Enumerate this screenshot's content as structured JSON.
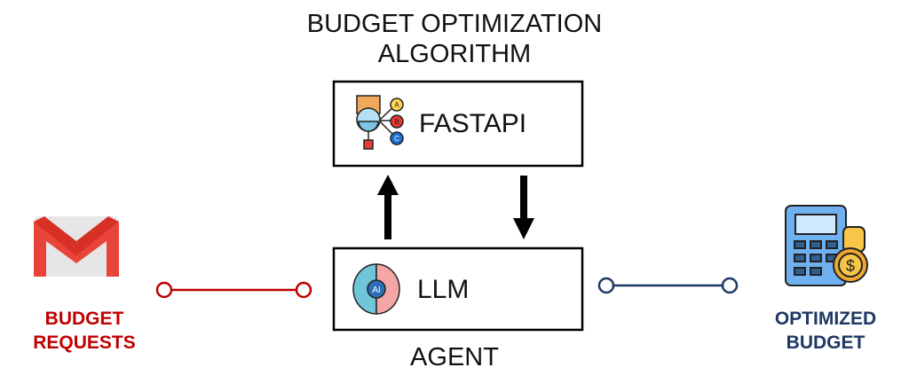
{
  "title": {
    "line1": "BUDGET OPTIMIZATION",
    "line2": "ALGORITHM"
  },
  "fastapi_box": {
    "label": "FASTAPI",
    "icon": "decision-tree-icon"
  },
  "llm_box": {
    "label": "LLM",
    "icon": "ai-brain-icon",
    "caption": "AGENT",
    "icon_text": "AI"
  },
  "input": {
    "line1": "BUDGET",
    "line2": "REQUESTS",
    "icon": "gmail-icon",
    "color": "#c00000"
  },
  "output": {
    "line1": "OPTIMIZED",
    "line2": "BUDGET",
    "icon": "calculator-coins-icon",
    "color": "#1f3864"
  },
  "icon_letters": [
    "A",
    "B",
    "C"
  ]
}
